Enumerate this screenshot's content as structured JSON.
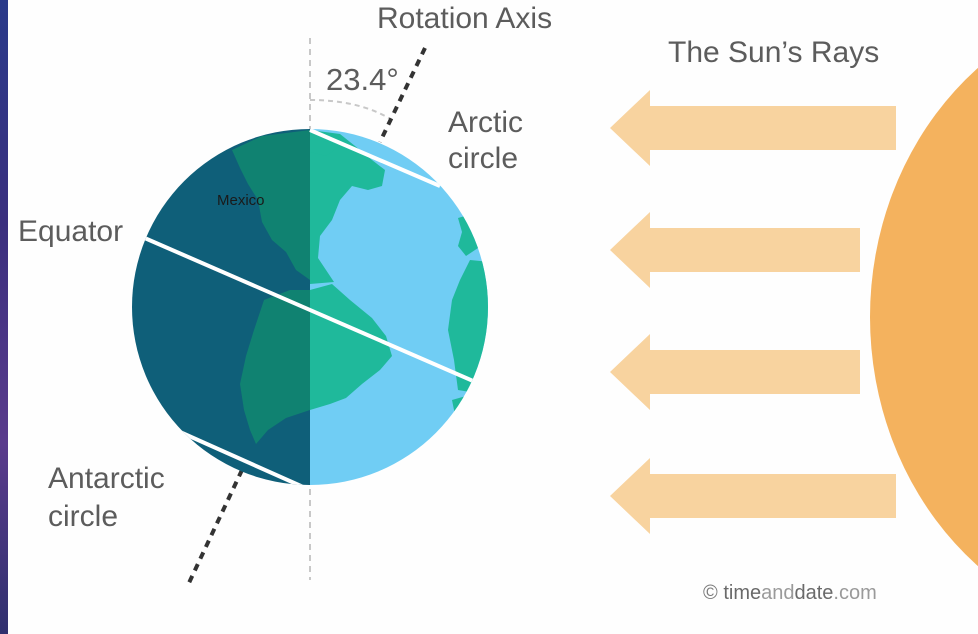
{
  "labels": {
    "rotation_axis": "Rotation Axis",
    "angle": "23.4°",
    "sun_rays": "The Sun’s Rays",
    "arctic_line1": "Arctic",
    "arctic_line2": "circle",
    "equator": "Equator",
    "antarctic_line1": "Antarctic",
    "antarctic_line2": "circle",
    "mexico": "Mexico"
  },
  "credit": {
    "symbol": "©",
    "part1": "time",
    "part2": "and",
    "part3": "date",
    "part4": ".com"
  },
  "colors": {
    "ocean_night": "#0f5f79",
    "ocean_day": "#70cdf4",
    "land_night": "#108271",
    "land_day": "#1fb99b",
    "sun": "#f4b25e",
    "ray": "#f8d39f",
    "text": "#5c5c5c"
  }
}
